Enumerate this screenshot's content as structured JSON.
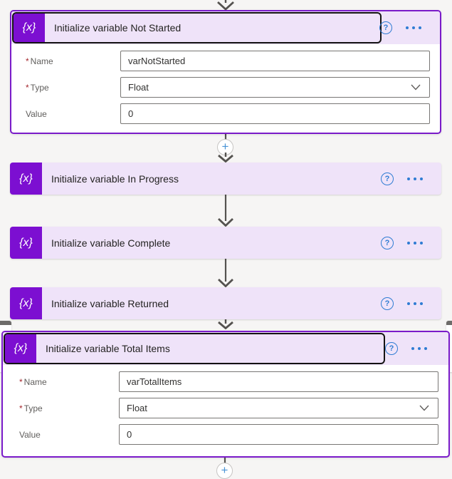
{
  "ui": {
    "required_marker": "*",
    "icons": {
      "variable_glyph": "{x}",
      "help_glyph": "?",
      "add_glyph": "+"
    },
    "colors": {
      "brand_purple": "#7c0fd1",
      "selected_border": "#7a1bc9",
      "header_tint": "#efe3f9",
      "accent_blue": "#2f7cd3",
      "required_red": "#a4262c",
      "arrow_gray": "#54524f"
    }
  },
  "cards": [
    {
      "title": "Initialize variable Not Started",
      "state": "expanded-selected",
      "fields": {
        "name": {
          "label": "Name",
          "value": "varNotStarted"
        },
        "type": {
          "label": "Type",
          "value": "Float"
        },
        "value": {
          "label": "Value",
          "value": "0"
        }
      }
    },
    {
      "title": "Initialize variable In Progress",
      "state": "collapsed"
    },
    {
      "title": "Initialize variable Complete",
      "state": "collapsed"
    },
    {
      "title": "Initialize variable Returned",
      "state": "collapsed"
    },
    {
      "title": "Initialize variable Total Items",
      "state": "expanded-selected",
      "fields": {
        "name": {
          "label": "Name",
          "value": "varTotalItems"
        },
        "type": {
          "label": "Type",
          "value": "Float"
        },
        "value": {
          "label": "Value",
          "value": "0"
        }
      }
    }
  ]
}
